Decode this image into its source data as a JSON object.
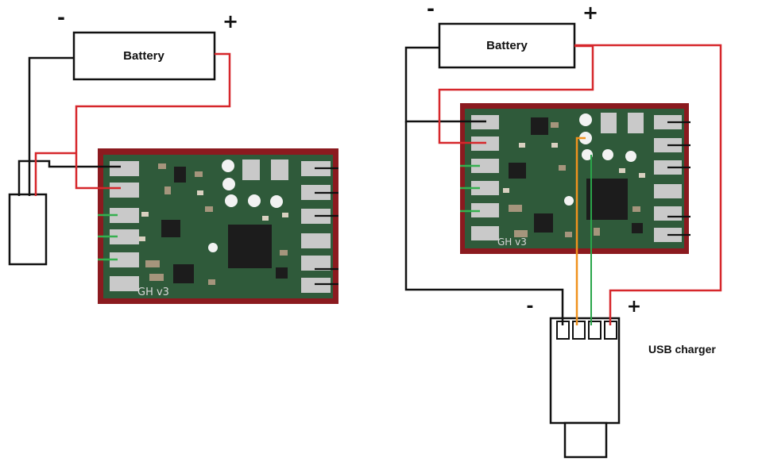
{
  "left_diagram": {
    "battery_label": "Battery",
    "minus_sign": "-",
    "plus_sign": "+",
    "board_silk": "GH v3"
  },
  "right_diagram": {
    "battery_label": "Battery",
    "battery_minus_sign": "-",
    "battery_plus_sign": "+",
    "board_silk": "GH v3",
    "charger_label": "USB charger",
    "charger_minus_sign": "-",
    "charger_plus_sign": "+"
  },
  "colors": {
    "board_border": "#8b1a1f",
    "pcb_green": "#2f5a3a",
    "pad_silver": "#c9c9c9",
    "wire_red": "#d6272b",
    "wire_black": "#111111",
    "wire_orange": "#f0921e",
    "wire_green": "#2aa54a",
    "wire_green_stub": "#35b04f"
  }
}
